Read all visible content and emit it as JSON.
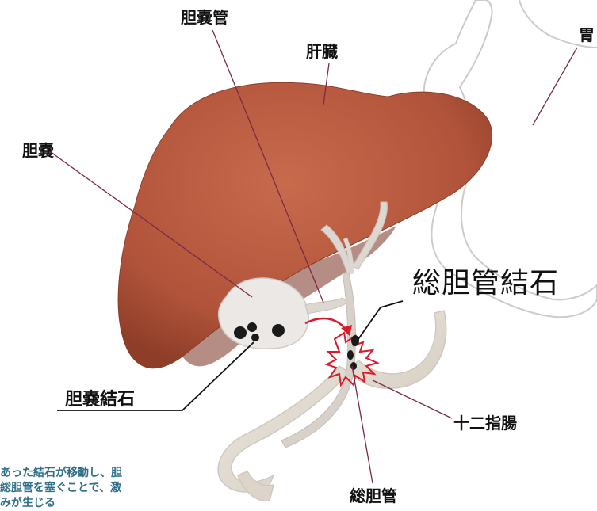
{
  "labels": {
    "cystic_duct": "胆嚢管",
    "liver": "肝臓",
    "stomach": "胃",
    "gallbladder": "胆嚢",
    "common_bile_duct_stone": "総胆管結石",
    "gallstone": "胆嚢結石",
    "duodenum": "十二指腸",
    "common_bile_duct": "総胆管"
  },
  "caption": {
    "line1": "あった結石が移動し、胆",
    "line2": "総胆管を塞ぐことで、激",
    "line3": "みが生じる"
  },
  "colors": {
    "liver": "#b85a40",
    "liver_dark": "#8e3d28",
    "gallbladder": "#ebe8e6",
    "duct": "#dcd6d0",
    "stone": "#1a1a1a",
    "pain": "#d81b2a",
    "outline": "#c9c4c0",
    "leader_line": "#7a2a48",
    "caption": "#2e6e86"
  }
}
